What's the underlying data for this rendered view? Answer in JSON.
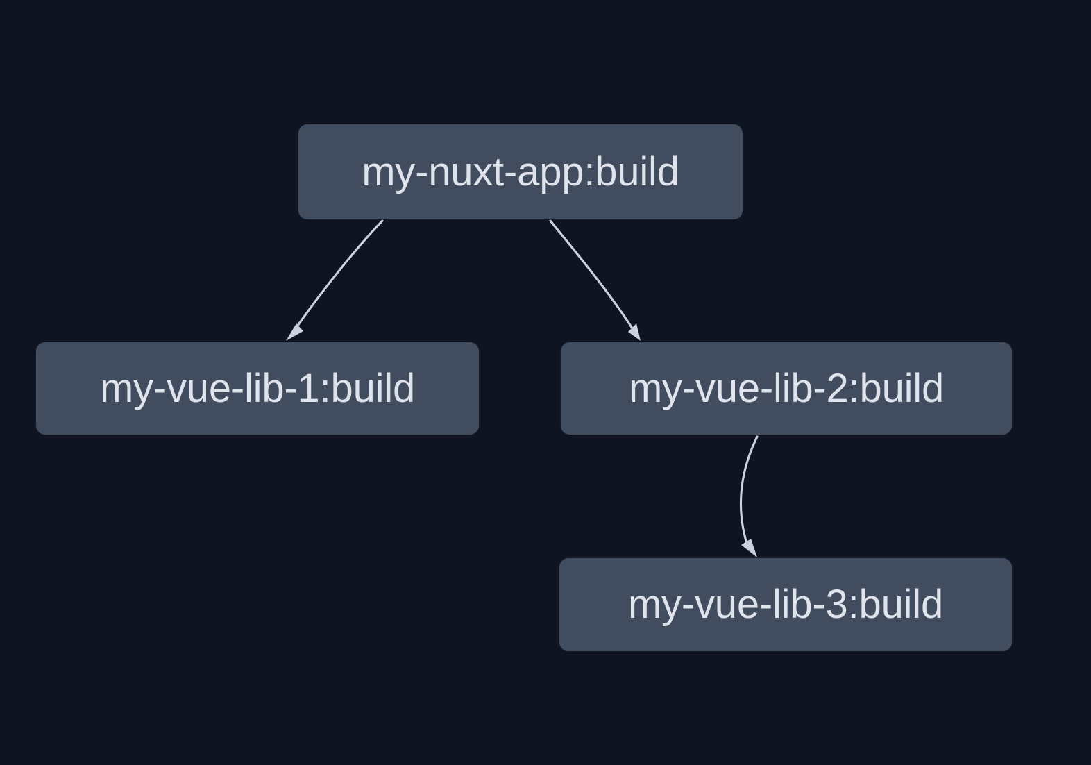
{
  "graph": {
    "background_color": "#0e1422",
    "node_fill_color": "#414c5e",
    "node_text_color": "#dfe3eb",
    "edge_color": "#cbd2de",
    "nodes": [
      {
        "id": "root",
        "label": "my-nuxt-app:build"
      },
      {
        "id": "lib1",
        "label": "my-vue-lib-1:build"
      },
      {
        "id": "lib2",
        "label": "my-vue-lib-2:build"
      },
      {
        "id": "lib3",
        "label": "my-vue-lib-3:build"
      }
    ],
    "edges": [
      {
        "id": "edge-root-lib1",
        "from": "my-nuxt-app:build",
        "to": "my-vue-lib-1:build"
      },
      {
        "id": "edge-root-lib2",
        "from": "my-nuxt-app:build",
        "to": "my-vue-lib-2:build"
      },
      {
        "id": "edge-lib2-lib3",
        "from": "my-vue-lib-2:build",
        "to": "my-vue-lib-3:build"
      }
    ]
  }
}
